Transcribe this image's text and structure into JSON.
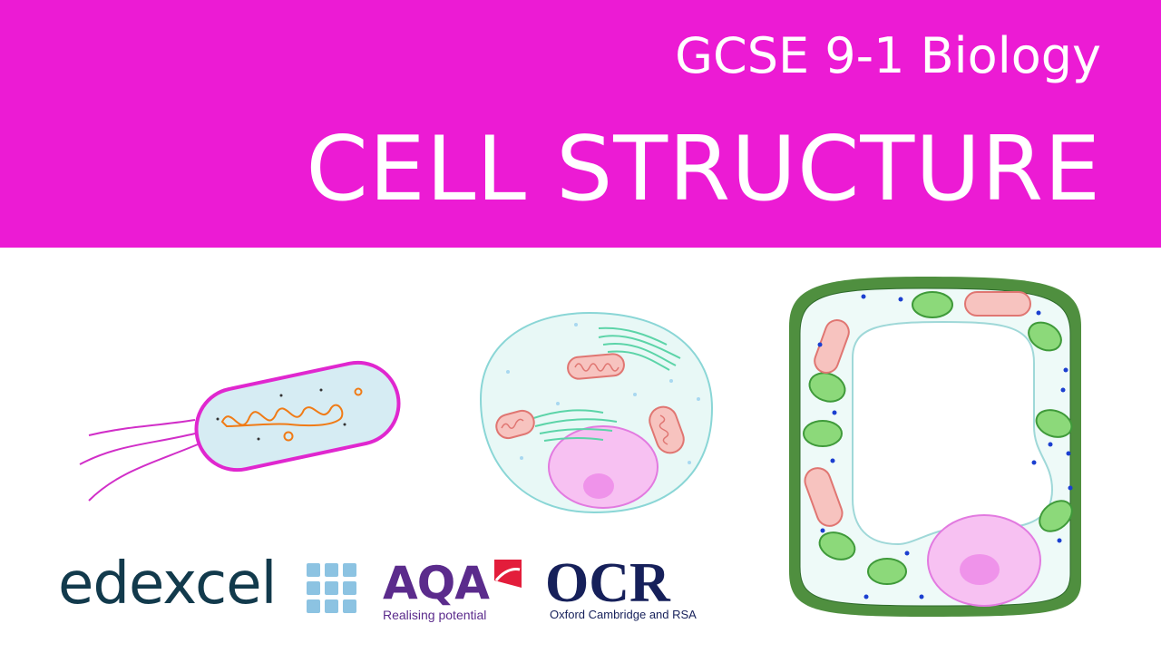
{
  "header": {
    "subtitle": "GCSE 9-1 Biology",
    "title": "CELL STRUCTURE",
    "background_color": "#ec1bd4"
  },
  "illustrations": [
    {
      "name": "bacterial-cell"
    },
    {
      "name": "animal-cell"
    },
    {
      "name": "plant-cell"
    }
  ],
  "logos": {
    "edexcel": {
      "text": "edexcel"
    },
    "aqa": {
      "text": "AQA",
      "tagline": "Realising potential"
    },
    "ocr": {
      "text": "OCR",
      "tagline": "Oxford Cambridge and RSA"
    }
  }
}
